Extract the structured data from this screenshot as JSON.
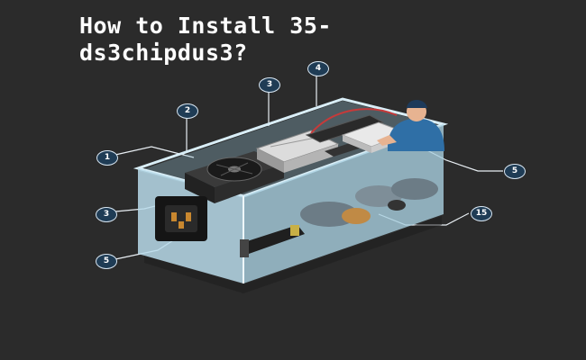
{
  "title": {
    "line1": "How to Install 35-",
    "line2": "ds3chipdus3?"
  },
  "callouts": {
    "c1": "1",
    "c2": "2",
    "c3_top": "3",
    "c4": "4",
    "c5_right": "5",
    "c15": "15",
    "c3_left": "3",
    "c5_left": "5"
  },
  "colors": {
    "background": "#2b2b2b",
    "box_fill": "#b9dbea",
    "callout_fill": "#1f3c55",
    "person_shirt": "#2f6fa6"
  },
  "icons": [
    "fan-icon",
    "cpu-chip-icon",
    "connector-icon",
    "ssd-drive-icon",
    "power-socket-icon",
    "usb-port-icon",
    "cable-bundle-icon",
    "technician-figure"
  ]
}
